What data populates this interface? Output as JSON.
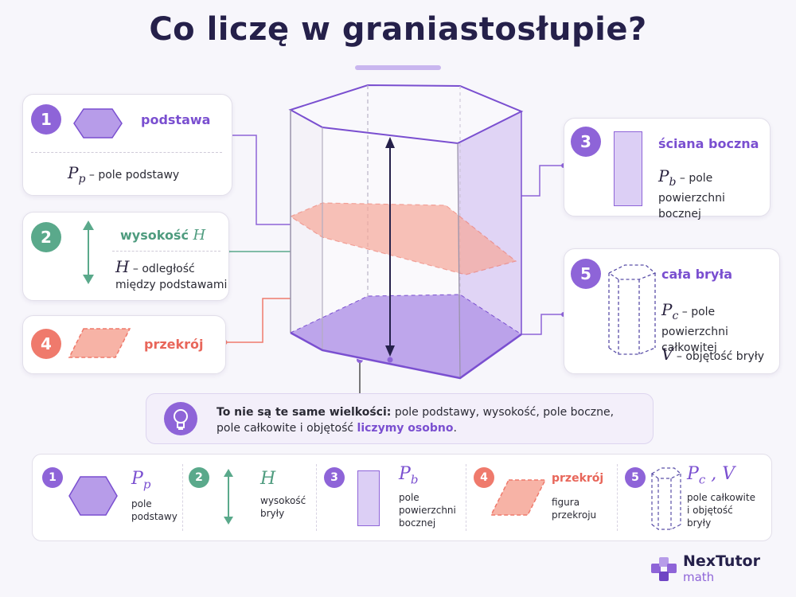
{
  "title": "Co liczę w graniastosłupie?",
  "cards": [
    {
      "num": "1",
      "label": "podstawa",
      "symbol": "Pp",
      "symbol_main": "P",
      "symbol_sub": "p",
      "desc": "– pole podstawy"
    },
    {
      "num": "2",
      "label": "wysokość",
      "label_sym": "H",
      "symbol": "H",
      "desc_line1": "– odległość",
      "desc_line2": "między podstawami"
    },
    {
      "num": "3",
      "label": "ściana boczna",
      "symbol_main": "P",
      "symbol_sub": "b",
      "desc_line1": "– pole",
      "desc_line2": "powierzchni bocznej"
    },
    {
      "num": "4",
      "label": "przekrój"
    },
    {
      "num": "5",
      "label": "cała bryła",
      "symbol_main": "P",
      "symbol_sub": "c",
      "desc_line1": "– pole",
      "desc_line2": "powierzchni całkowitej",
      "symbol2": "V",
      "desc2": "– objętość bryły"
    }
  ],
  "tip": {
    "bold": "To nie są te same wielkości:",
    "text1": " pole podstawy, wysokość, pole boczne,",
    "text2": "pole całkowite i objętość ",
    "highlight": "liczymy osobno",
    "end": "."
  },
  "summary": [
    {
      "num": "1",
      "symbol_main": "P",
      "symbol_sub": "p",
      "line1": "pole",
      "line2": "podstawy"
    },
    {
      "num": "2",
      "symbol": "H",
      "line1": "wysokość",
      "line2": "bryły"
    },
    {
      "num": "3",
      "symbol_main": "P",
      "symbol_sub": "b",
      "line1": "pole",
      "line2": "powierzchni",
      "line3": "bocznej"
    },
    {
      "num": "4",
      "title": "przekrój",
      "line1": "figura",
      "line2": "przekroju"
    },
    {
      "num": "5",
      "symbol_main": "P",
      "symbol_sub": "c",
      "symbol_sep": " , ",
      "symbol2": "V",
      "line1": "pole całkowite",
      "line2": "i objętość",
      "line3": "bryły"
    }
  ],
  "logo": {
    "name": "NexTutor",
    "sub": "math"
  },
  "colors": {
    "violet": "#8e64d8",
    "green": "#5aa98b",
    "coral": "#ef7a6c",
    "navy": "#25204a"
  }
}
